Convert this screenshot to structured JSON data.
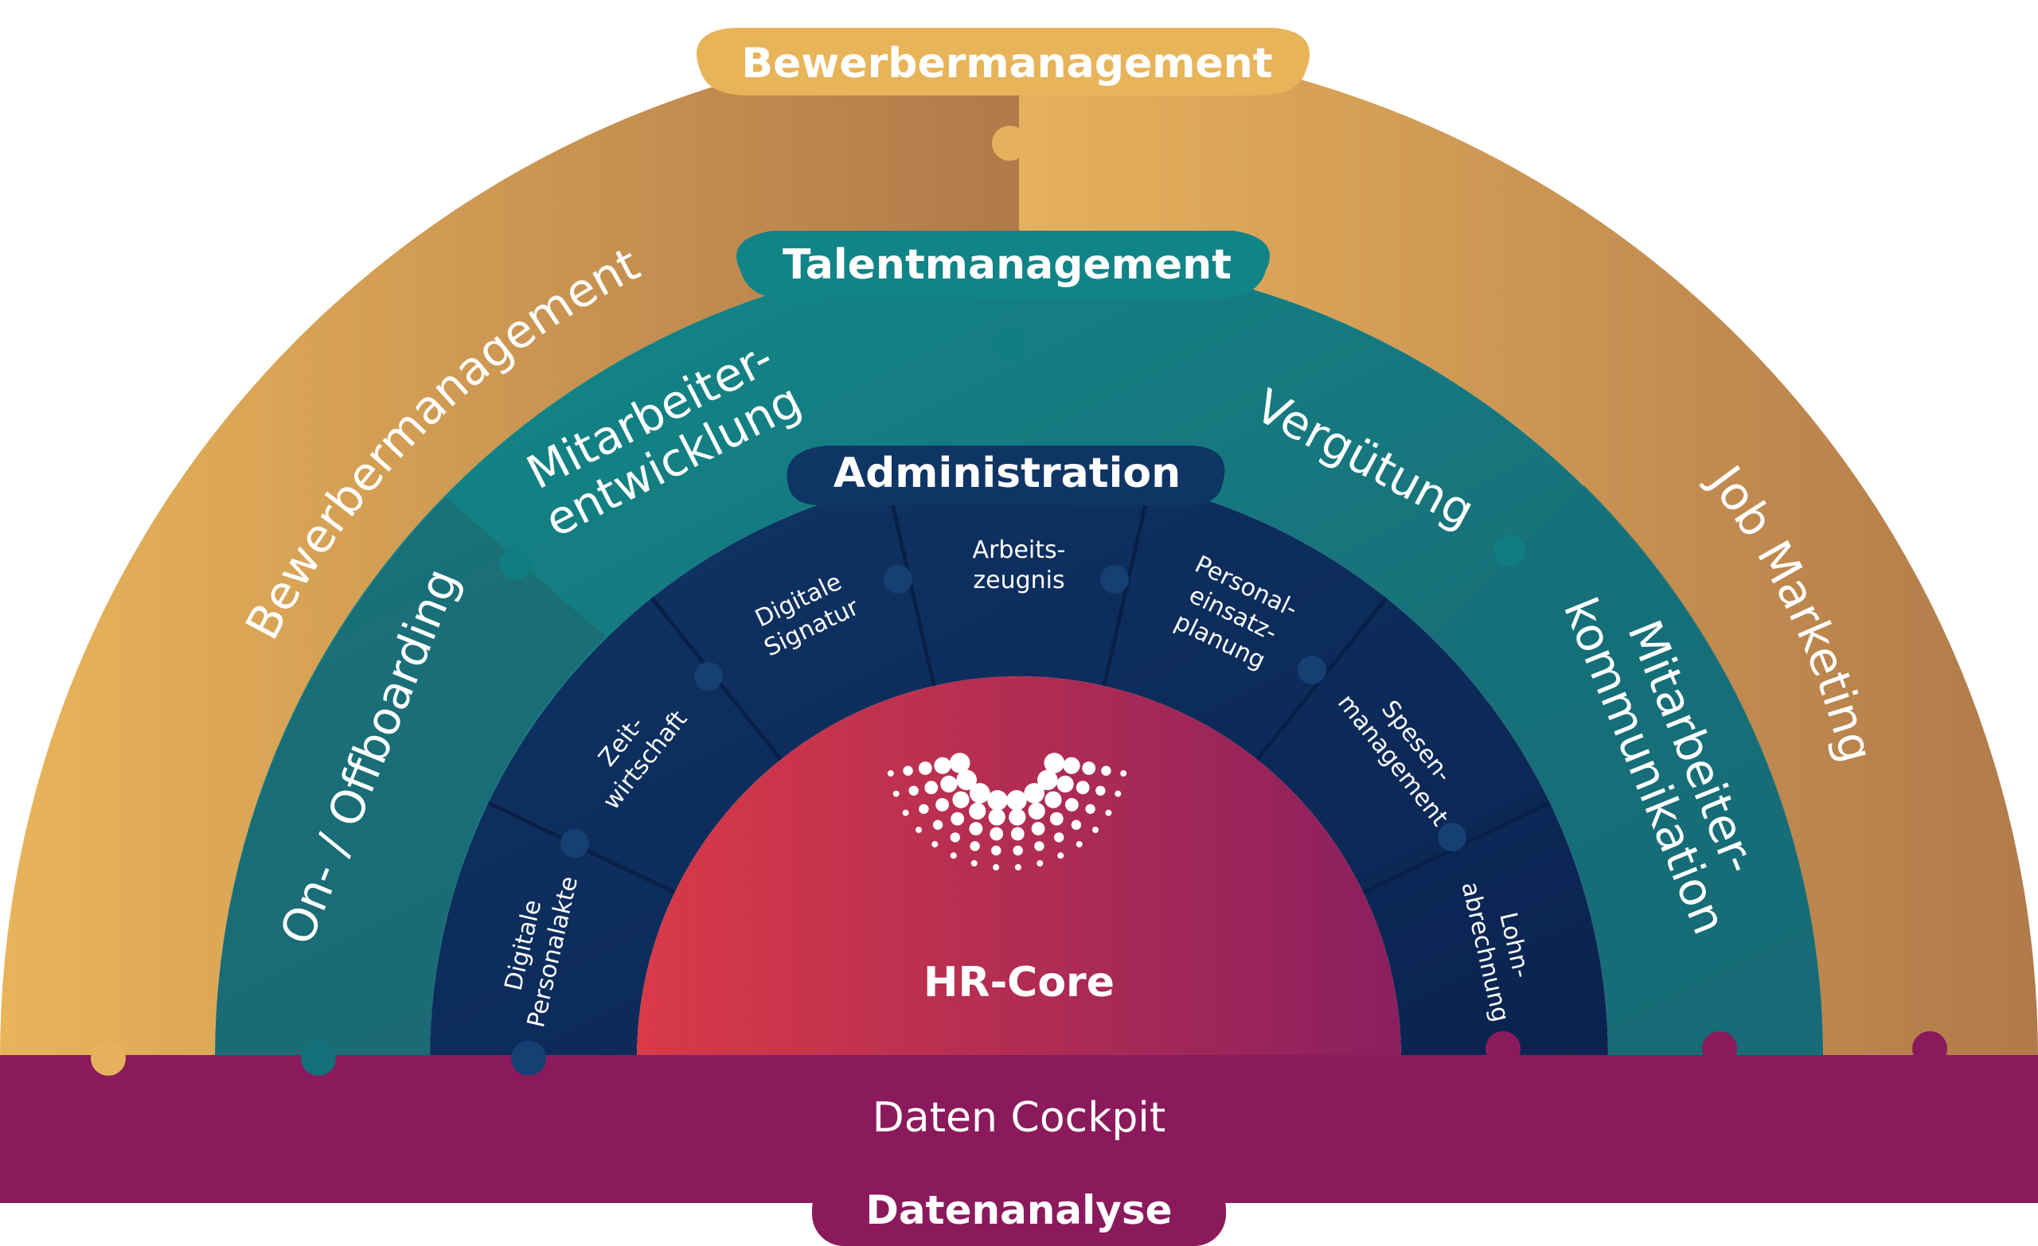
{
  "outer_ring": {
    "pill": "Bewerbermanagement",
    "left_label": "Bewerbermanagement",
    "right_label": "Job Marketing",
    "colors": {
      "light": "#e8b45a",
      "dark": "#b07a4a"
    }
  },
  "middle_ring": {
    "pill": "Talentmanagement",
    "sectors": [
      "On- / Offboarding",
      "Mitarbeiter-|entwicklung",
      "Vergütung",
      "Mitarbeiter-|kommunikation"
    ],
    "colors": {
      "teal": "#0f8a8a",
      "teal_dark": "#1f6270"
    }
  },
  "inner_ring": {
    "pill": "Administration",
    "segments": [
      "Digitale|Personalakte",
      "Zeit-|wirtschaft",
      "Digitale|Signatur",
      "Arbeits-|zeugnis",
      "Personal-|einsatz-|planung",
      "Spesen-|management",
      "Lohn-|abrechnung"
    ],
    "colors": {
      "navy": "#0f3565",
      "navy_dark": "#0a2350"
    }
  },
  "core": {
    "label": "HR-Core",
    "colors": {
      "red": "#d93a47",
      "purple": "#8a1f5f"
    }
  },
  "bottom_bar": {
    "label": "Daten Cockpit",
    "pill": "Datenanalyse",
    "color": "#8b1a5c"
  }
}
